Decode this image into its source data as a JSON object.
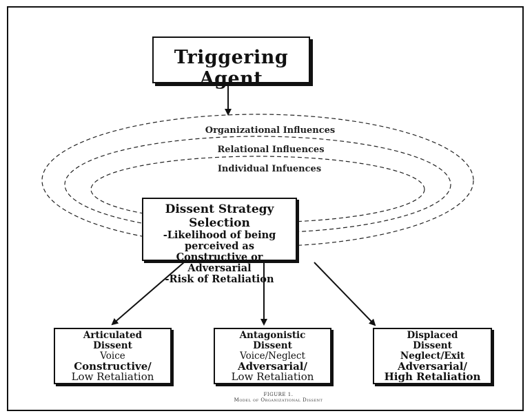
{
  "trigger": {
    "title": "Triggering Agent"
  },
  "influences": [
    {
      "label": "Organizational Influences"
    },
    {
      "label": "Relational Influences"
    },
    {
      "label": "Individual Infuences"
    }
  ],
  "strategy": {
    "title": "Dissent Strategy Selection",
    "lines": [
      "-Likelihood of being perceived as",
      "Constructive or Adversarial",
      "-Risk of Retaliation"
    ]
  },
  "outcomes": [
    {
      "title1": "Articulated",
      "title2": "Dissent",
      "mode": "Voice",
      "outcome": "Constructive/",
      "retaliation": "Low Retaliation"
    },
    {
      "title1": "Antagonistic",
      "title2": "Dissent",
      "mode": "Voice/Neglect",
      "outcome": "Adversarial/",
      "retaliation": "Low Retaliation"
    },
    {
      "title1": "Displaced",
      "title2": "Dissent",
      "mode": "Neglect/Exit",
      "outcome": "Adversarial/",
      "retaliation": "High Retaliation"
    }
  ],
  "caption": {
    "line1": "FIGURE 1.",
    "line2": "Model of Organizational Dissent"
  }
}
